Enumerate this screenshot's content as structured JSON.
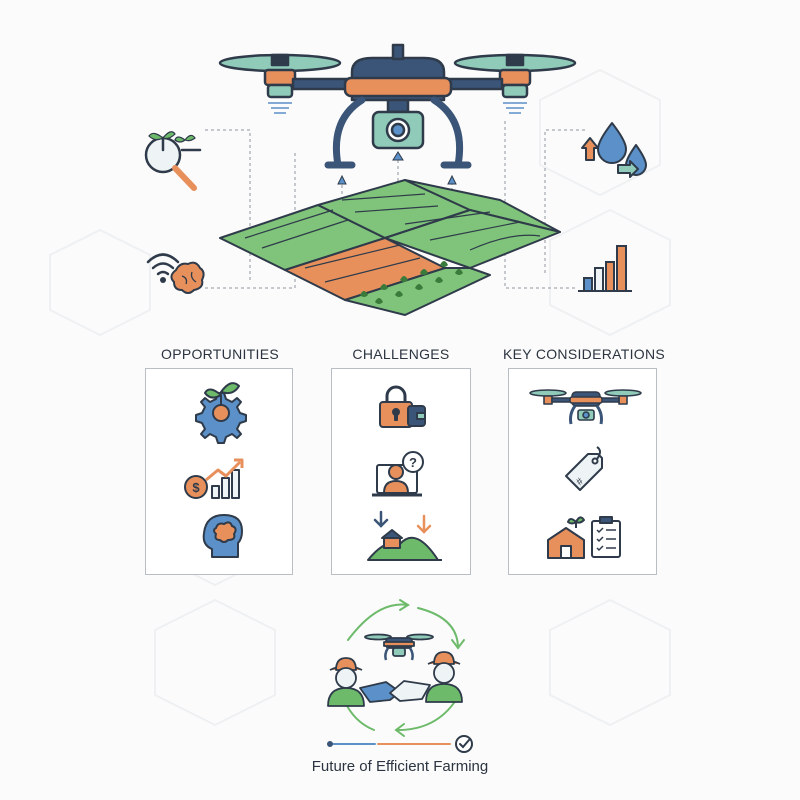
{
  "sections": {
    "opportunities": "OPPORTUNITIES",
    "challenges": "CHALLENGES",
    "key_considerations": "KEY CONSIDERATIONS"
  },
  "footer": {
    "title": "Future of Efficient Farming"
  },
  "colors": {
    "navy": "#3a5577",
    "orange": "#e8905c",
    "green": "#6dba6a",
    "teal": "#7fc4b2",
    "blue": "#5b90c8",
    "outline": "#2f3b4a"
  },
  "icons": {
    "top": [
      "drone-icon",
      "magnifier-plant-icon",
      "wireless-brain-icon",
      "water-drops-icon",
      "bar-chart-icon",
      "crop-field-icon"
    ],
    "opportunities": [
      "gear-sprout-icon",
      "money-growth-icon",
      "head-brain-icon"
    ],
    "challenges": [
      "lock-wallet-icon",
      "person-question-icon",
      "land-arrows-icon"
    ],
    "key_considerations": [
      "drone-icon",
      "price-tag-icon",
      "barn-checklist-icon"
    ],
    "bottom": [
      "handshake-farmers-icon",
      "cycle-arrows-icon",
      "progress-check-icon"
    ]
  }
}
